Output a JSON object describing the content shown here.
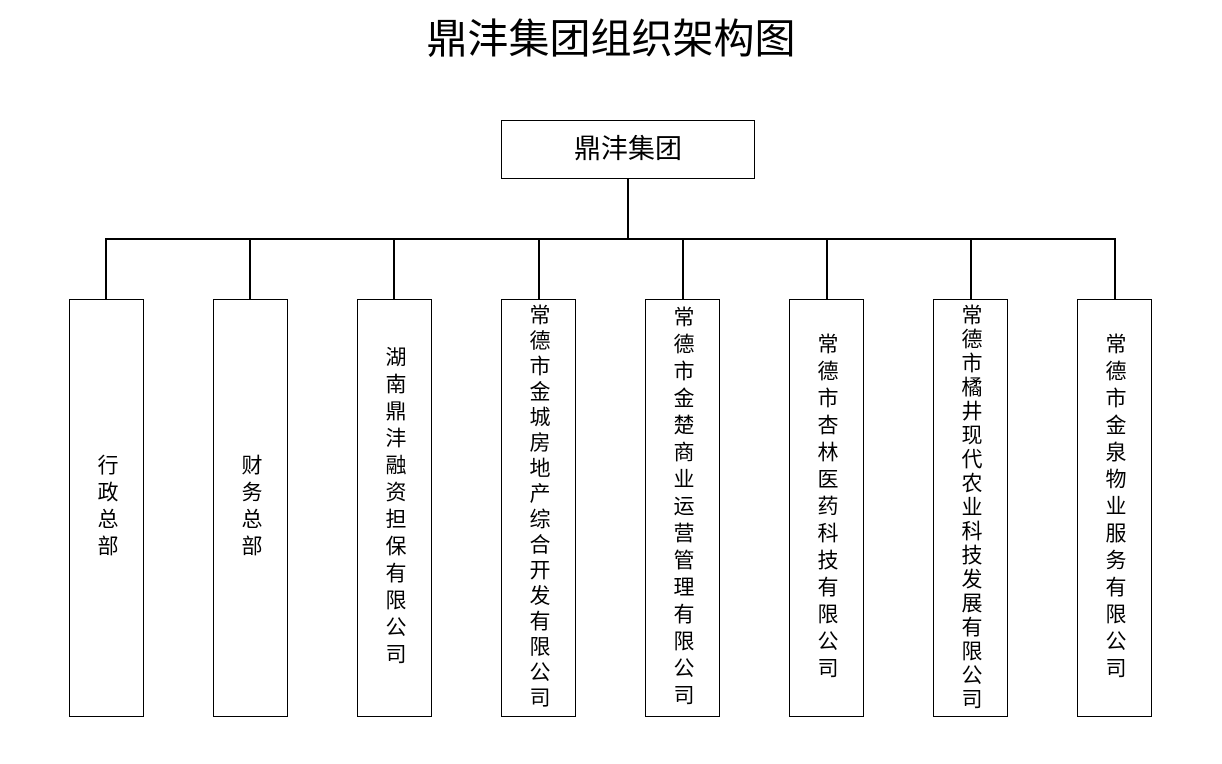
{
  "page": {
    "title": "鼎沣集团组织架构图",
    "background_color": "#ffffff",
    "line_color": "#000000",
    "text_color": "#000000"
  },
  "chart_data": {
    "type": "diagram",
    "diagram_type": "organization-chart",
    "title": "鼎沣集团组织架构图",
    "orientation": "top-down",
    "root": {
      "label": "鼎沣集团",
      "char_count": 4
    },
    "children": [
      {
        "label": "行政总部",
        "char_count": 4
      },
      {
        "label": "财务总部",
        "char_count": 4
      },
      {
        "label": "湖南鼎沣融资担保有限公司",
        "char_count": 12
      },
      {
        "label": "常德市金城房地产综合开发有限公司",
        "char_count": 16
      },
      {
        "label": "常德市金楚商业运营管理有限公司",
        "char_count": 15
      },
      {
        "label": "常德市杏林医药科技有限公司",
        "char_count": 13
      },
      {
        "label": "常德市橘井现代农业科技发展有限公司",
        "char_count": 17
      },
      {
        "label": "常德市金泉物业服务有限公司",
        "char_count": 13
      }
    ],
    "child_count": 8,
    "text_direction": "vertical",
    "edges": [
      {
        "from": "鼎沣集团",
        "to": "行政总部"
      },
      {
        "from": "鼎沣集团",
        "to": "财务总部"
      },
      {
        "from": "鼎沣集团",
        "to": "湖南鼎沣融资担保有限公司"
      },
      {
        "from": "鼎沣集团",
        "to": "常德市金城房地产综合开发有限公司"
      },
      {
        "from": "鼎沣集团",
        "to": "常德市金楚商业运营管理有限公司"
      },
      {
        "from": "鼎沣集团",
        "to": "常德市杏林医药科技有限公司"
      },
      {
        "from": "鼎沣集团",
        "to": "常德市橘井现代农业科技发展有限公司"
      },
      {
        "from": "鼎沣集团",
        "to": "常德市金泉物业服务有限公司"
      }
    ]
  }
}
